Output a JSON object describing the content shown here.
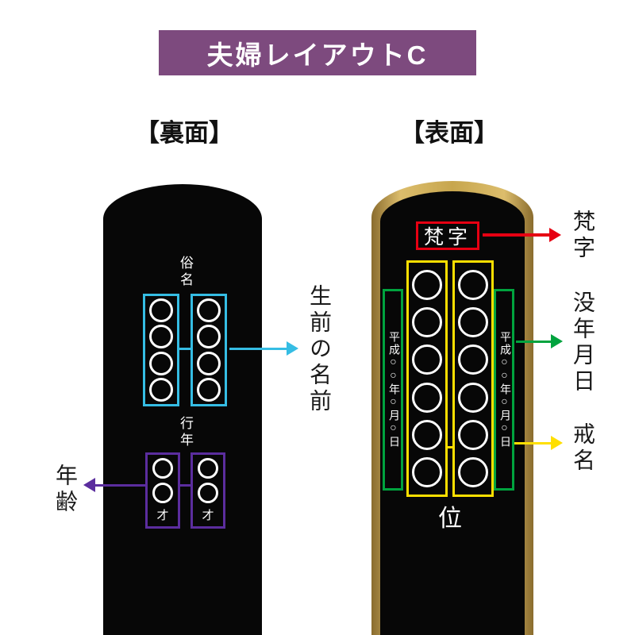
{
  "header": {
    "title": "夫婦レイアウトC"
  },
  "back": {
    "heading": "【裏面】",
    "zokumyo": "俗名",
    "gyonen": "行年",
    "sai": "才",
    "name_annotation": "生前の名前",
    "age_annotation": "年齢"
  },
  "front": {
    "heading": "【表面】",
    "bonji": "梵字",
    "date_column": "平成○○年○月○日",
    "rank": "位",
    "bonji_annotation": "梵字",
    "date_annotation": "没年月日",
    "kaimyo_annotation": "戒名"
  },
  "colors": {
    "header_bg": "#7d4a7e",
    "cyan": "#35bde4",
    "purple": "#5b2d9e",
    "red": "#e60012",
    "green": "#00a33e",
    "yellow": "#ffdf00",
    "gold": "#c7a64e"
  }
}
